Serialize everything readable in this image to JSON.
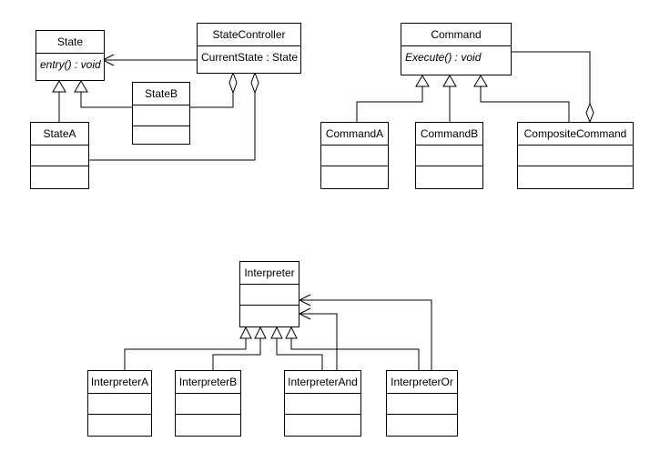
{
  "state_group": {
    "state": {
      "name": "State",
      "operation": "entry() : void"
    },
    "state_controller": {
      "name": "StateController",
      "attribute": "CurrentState : State"
    },
    "state_a": {
      "name": "StateA"
    },
    "state_b": {
      "name": "StateB"
    }
  },
  "command_group": {
    "command": {
      "name": "Command",
      "operation": "Execute() : void"
    },
    "command_a": {
      "name": "CommandA"
    },
    "command_b": {
      "name": "CommandB"
    },
    "composite_command": {
      "name": "CompositeCommand"
    }
  },
  "interpreter_group": {
    "interpreter": {
      "name": "Interpreter"
    },
    "interpreter_a": {
      "name": "InterpreterA"
    },
    "interpreter_b": {
      "name": "InterpreterB"
    },
    "interpreter_and": {
      "name": "InterpreterAnd"
    },
    "interpreter_or": {
      "name": "InterpreterOr"
    }
  }
}
